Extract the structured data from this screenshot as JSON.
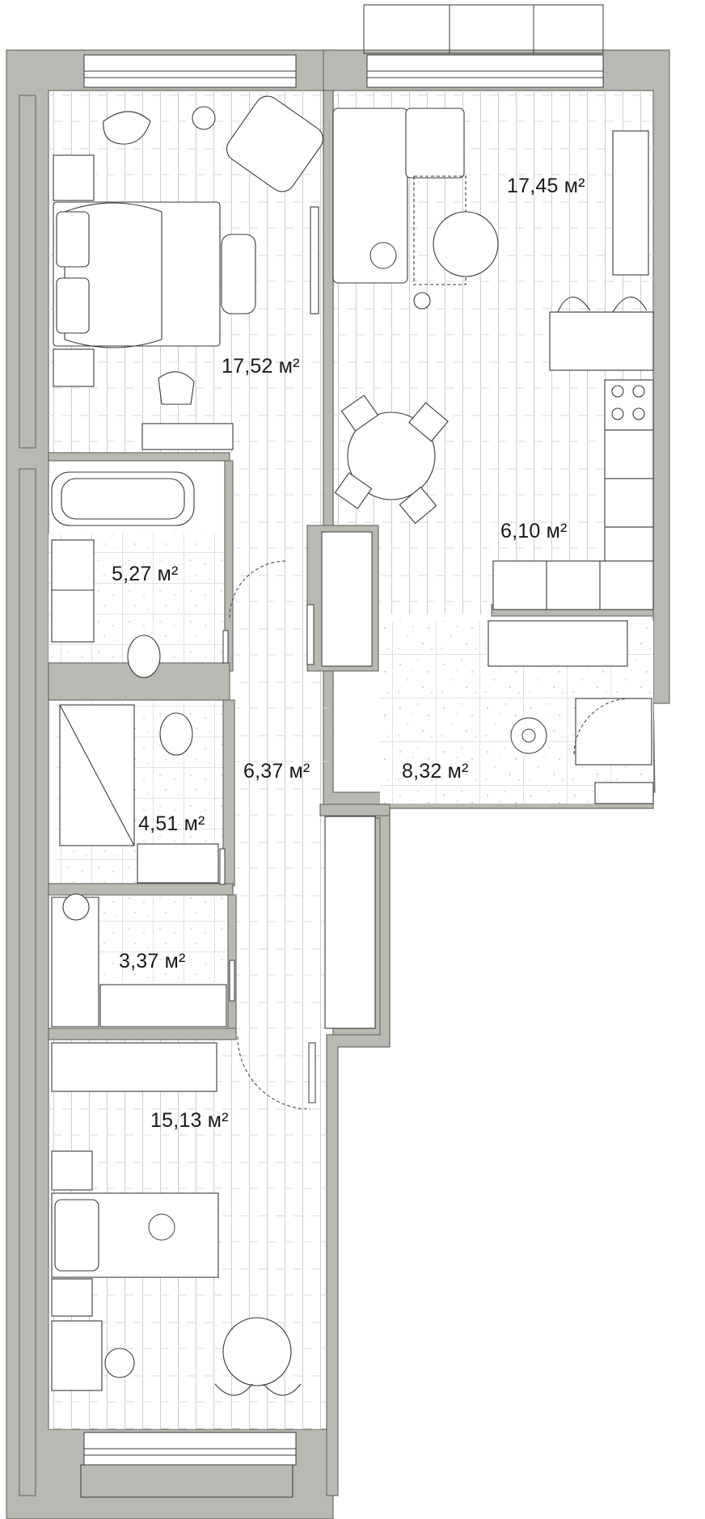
{
  "plan": {
    "rooms": [
      {
        "id": "living-kitchen-room",
        "area": "17,45 м²"
      },
      {
        "id": "bedroom-room",
        "area": "17,52 м²"
      },
      {
        "id": "kitchen-zone",
        "area": "6,10 м²"
      },
      {
        "id": "bathroom-room",
        "area": "5,27 м²"
      },
      {
        "id": "corridor-room",
        "area": "6,37 м²"
      },
      {
        "id": "hallway-room",
        "area": "8,32 м²"
      },
      {
        "id": "shower-room",
        "area": "4,51 м²"
      },
      {
        "id": "wardrobe-room",
        "area": "3,37 м²"
      },
      {
        "id": "second-bedroom-room",
        "area": "15,13 м²"
      }
    ]
  },
  "colors": {
    "wall": "#b8b9b2",
    "wall_outline": "#6e6f69",
    "line": "#3a3a3a",
    "floor_line": "#c9c9c9",
    "tile_line": "#bdbdbd",
    "speckle": "#b0b0b0"
  }
}
